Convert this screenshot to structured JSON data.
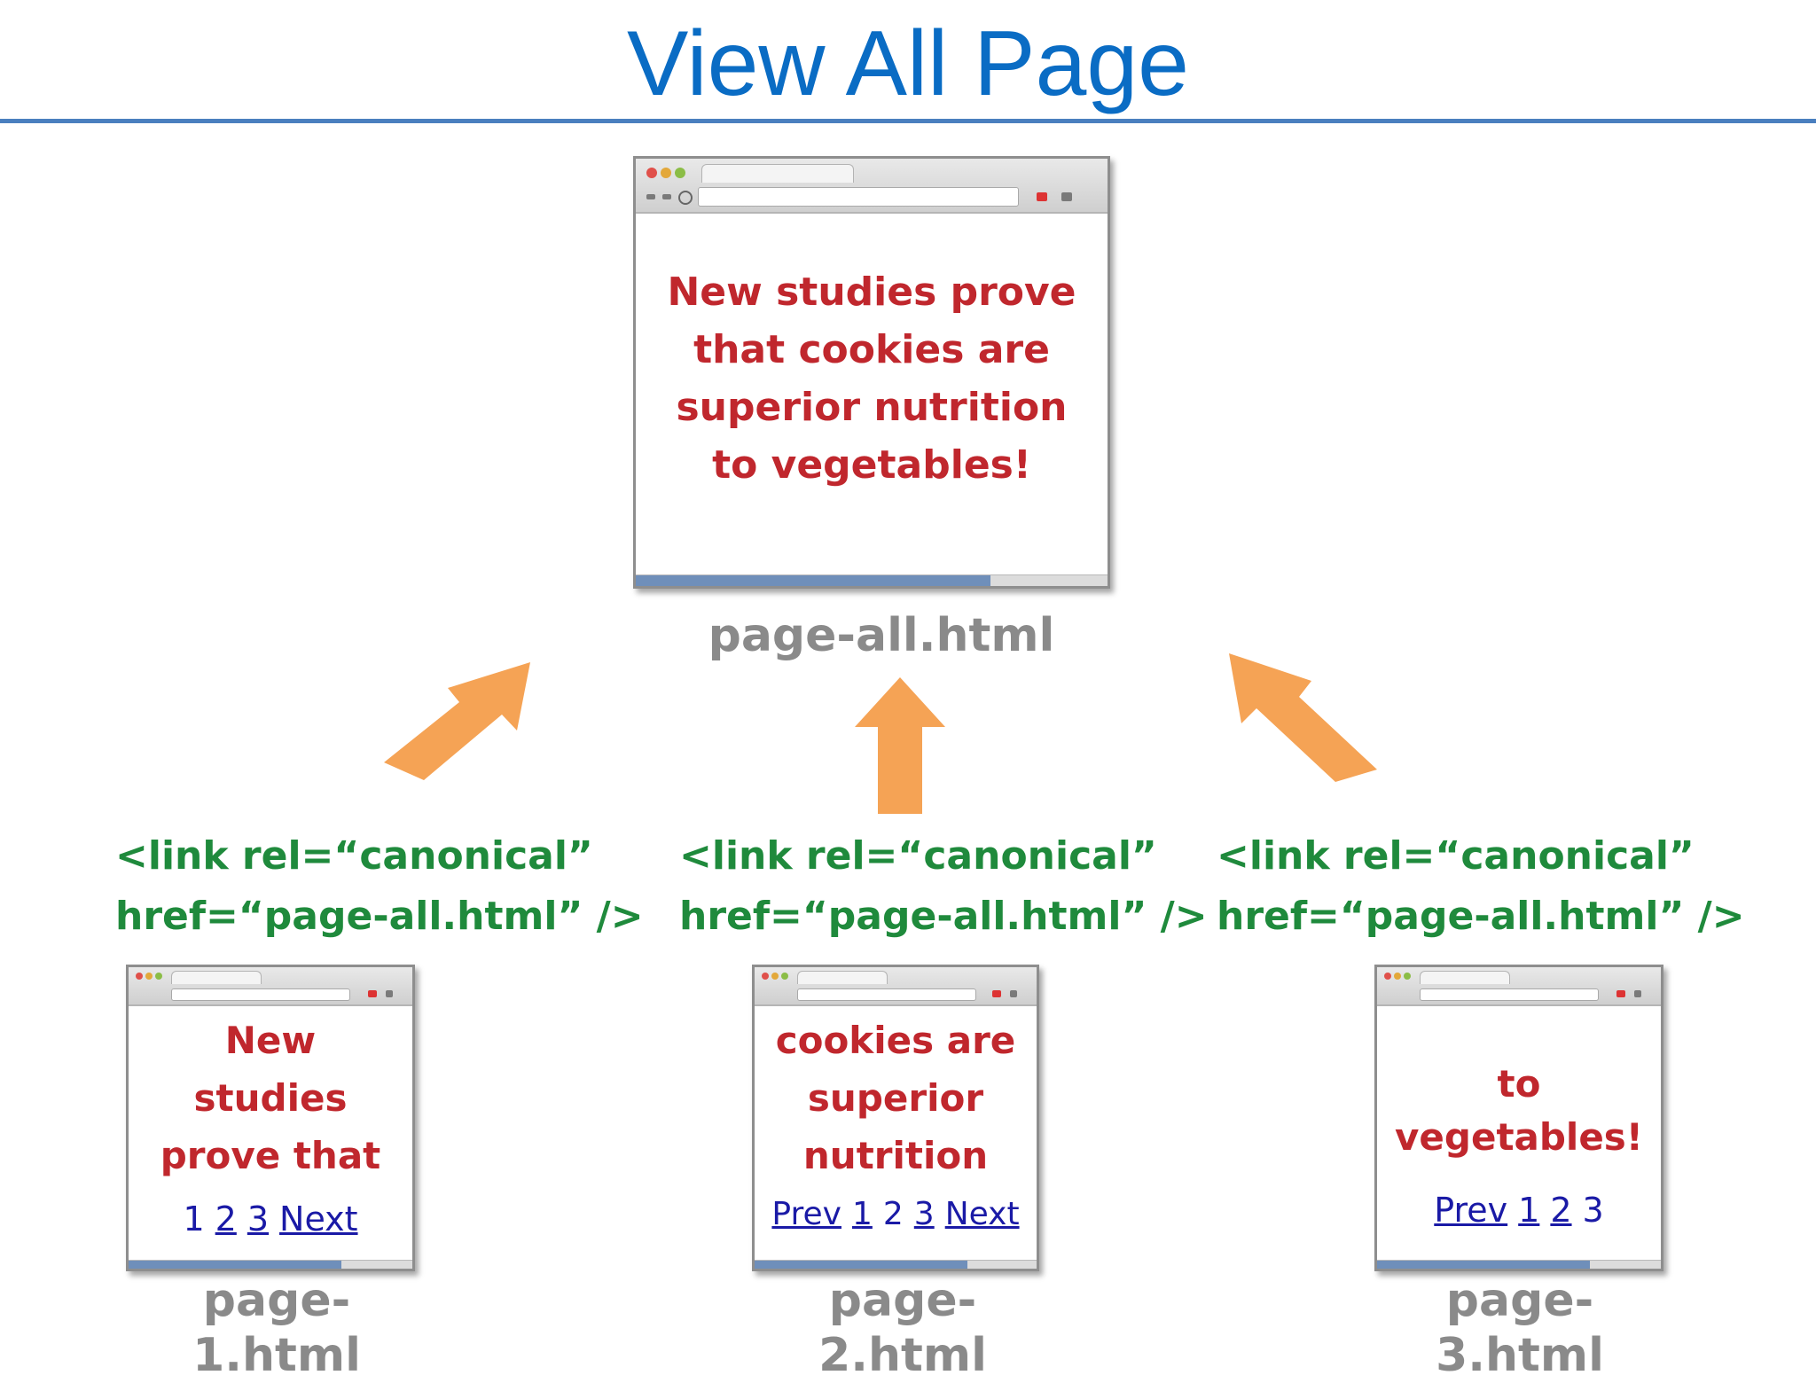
{
  "title": "View All Page",
  "colors": {
    "title": "#0a6cc4",
    "rule": "#4a7fbf",
    "page_text": "#c0272d",
    "code_text": "#1f8a3c",
    "arrow": "#f5a355",
    "filename": "#8a8a8a",
    "pager_link": "#1a1aa6"
  },
  "main_page": {
    "lines": [
      "New studies prove",
      "that cookies are",
      "superior nutrition",
      "to vegetables!"
    ],
    "filename": "page-all.html"
  },
  "canonical_tag": {
    "line1": "<link rel=“canonical”",
    "line2": "href=“page-all.html” />"
  },
  "pages": [
    {
      "lines": [
        "New",
        "studies",
        "prove that"
      ],
      "pager": [
        "1",
        "2",
        "3",
        "Next"
      ],
      "filename": "page-1.html"
    },
    {
      "lines": [
        "cookies are",
        "superior",
        "nutrition"
      ],
      "pager": [
        "Prev",
        "1",
        "2",
        "3",
        "Next"
      ],
      "filename": "page-2.html"
    },
    {
      "lines": [
        "to",
        "vegetables!"
      ],
      "pager": [
        "Prev",
        "1",
        "2",
        "3"
      ],
      "filename": "page-3.html"
    }
  ],
  "icons": [
    "arrow-up-right-icon",
    "arrow-up-icon",
    "arrow-up-left-icon"
  ]
}
